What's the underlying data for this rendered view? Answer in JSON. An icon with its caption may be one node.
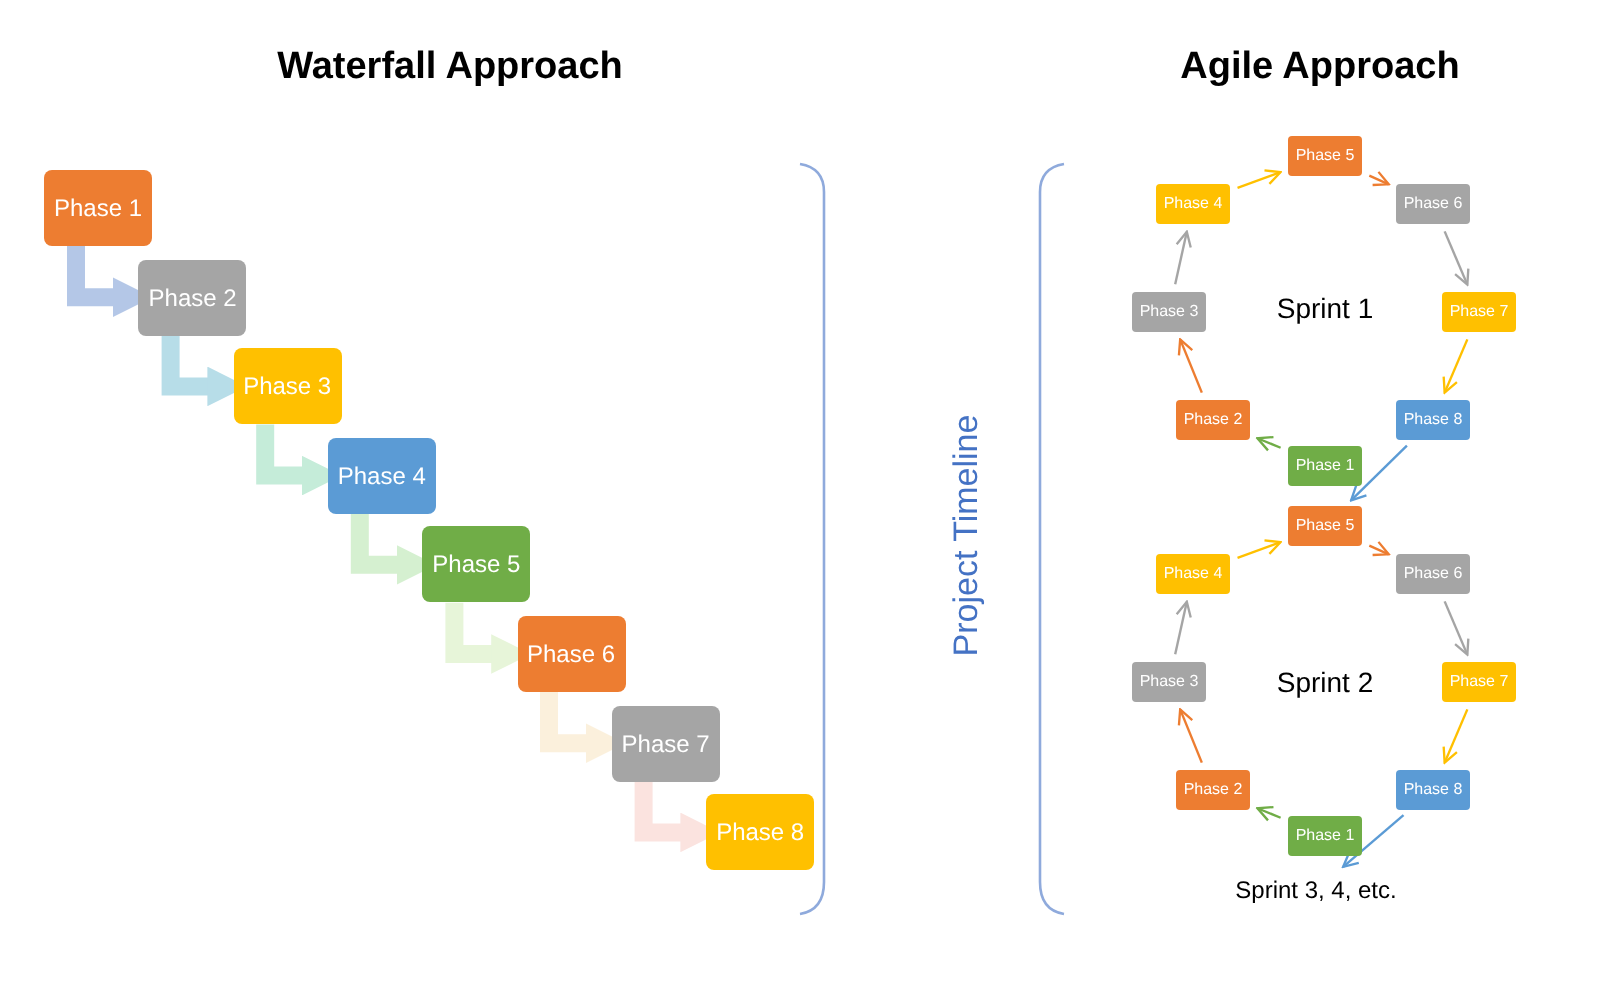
{
  "diagram": {
    "nodes": [
      {
        "text": [
          "Phase 1"
        ]
      },
      {
        "text": [
          "Phase 2"
        ]
      },
      {
        "text": [
          "Phase 3"
        ]
      },
      {
        "text": [
          "Phase 4"
        ]
      },
      {
        "text": [
          "Phase 5"
        ]
      },
      {
        "text": [
          "Phase 6"
        ]
      },
      {
        "text": [
          "Phase 7"
        ]
      },
      {
        "text": [
          "Phase 8"
        ]
      },
      {
        "text": [
          "Phase 1"
        ]
      },
      {
        "text": [
          "Phase 2"
        ]
      },
      {
        "text": [
          "Phase 3"
        ]
      },
      {
        "text": [
          "Phase 4"
        ]
      },
      {
        "text": [
          "Phase 5"
        ]
      },
      {
        "text": [
          "Phase 6"
        ]
      },
      {
        "text": [
          "Phase 7"
        ]
      },
      {
        "text": [
          "Phase 8"
        ]
      },
      {
        "text": [
          "Phase 1"
        ]
      },
      {
        "text": [
          "Phase 2"
        ]
      },
      {
        "text": [
          "Phase 3"
        ]
      },
      {
        "text": [
          "Phase 4"
        ]
      },
      {
        "text": [
          "Phase 5"
        ]
      },
      {
        "text": [
          "Phase 6"
        ]
      },
      {
        "text": [
          "Phase 7"
        ]
      },
      {
        "text": [
          "Phase 8"
        ]
      },
      {
        "text": [
          "Sprint 3, 4, etc."
        ]
      }
    ],
    "edges": [
      {
        "from": 0,
        "to": 1,
        "arrow": "to",
        "style": "thick",
        "color": "#b4c7e7"
      },
      {
        "from": 1,
        "to": 2,
        "arrow": "to",
        "style": "thick",
        "color": "#b7dde8"
      },
      {
        "from": 2,
        "to": 3,
        "arrow": "to",
        "style": "thick",
        "color": "#c5ecd9"
      },
      {
        "from": 3,
        "to": 4,
        "arrow": "to",
        "style": "thick",
        "color": "#d5f0d0"
      },
      {
        "from": 4,
        "to": 5,
        "arrow": "to",
        "style": "thick",
        "color": "#e7f5d9"
      },
      {
        "from": 5,
        "to": 6,
        "arrow": "to",
        "style": "thick",
        "color": "#fbf0dc"
      },
      {
        "from": 6,
        "to": 7,
        "arrow": "to",
        "style": "thick",
        "color": "#fbe3df"
      },
      {
        "from": 8,
        "to": 9,
        "arrow": "to",
        "color": "#70ad47"
      },
      {
        "from": 9,
        "to": 10,
        "arrow": "to",
        "color": "#ed7d31"
      },
      {
        "from": 10,
        "to": 11,
        "arrow": "to",
        "color": "#a5a5a5"
      },
      {
        "from": 11,
        "to": 12,
        "arrow": "to",
        "color": "#ffc000"
      },
      {
        "from": 12,
        "to": 13,
        "arrow": "to",
        "color": "#ed7d31"
      },
      {
        "from": 13,
        "to": 14,
        "arrow": "to",
        "color": "#a5a5a5"
      },
      {
        "from": 14,
        "to": 15,
        "arrow": "to",
        "color": "#ffc000"
      },
      {
        "from": 15,
        "to": 20,
        "arrow": "to",
        "color": "#5b9bd5"
      },
      {
        "from": 16,
        "to": 17,
        "arrow": "to",
        "color": "#70ad47"
      },
      {
        "from": 17,
        "to": 18,
        "arrow": "to",
        "color": "#ed7d31"
      },
      {
        "from": 18,
        "to": 19,
        "arrow": "to",
        "color": "#a5a5a5"
      },
      {
        "from": 19,
        "to": 20,
        "arrow": "to",
        "color": "#ffc000"
      },
      {
        "from": 20,
        "to": 21,
        "arrow": "to",
        "color": "#ed7d31"
      },
      {
        "from": 21,
        "to": 22,
        "arrow": "to",
        "color": "#a5a5a5"
      },
      {
        "from": 22,
        "to": 23,
        "arrow": "to",
        "color": "#ffc000"
      },
      {
        "from": 23,
        "to": 24,
        "arrow": "to",
        "color": "#5b9bd5"
      }
    ],
    "labels": [
      "Waterfall Approach",
      "Agile Approach",
      "Project Timeline",
      "Sprint 1",
      "Sprint 2"
    ]
  }
}
